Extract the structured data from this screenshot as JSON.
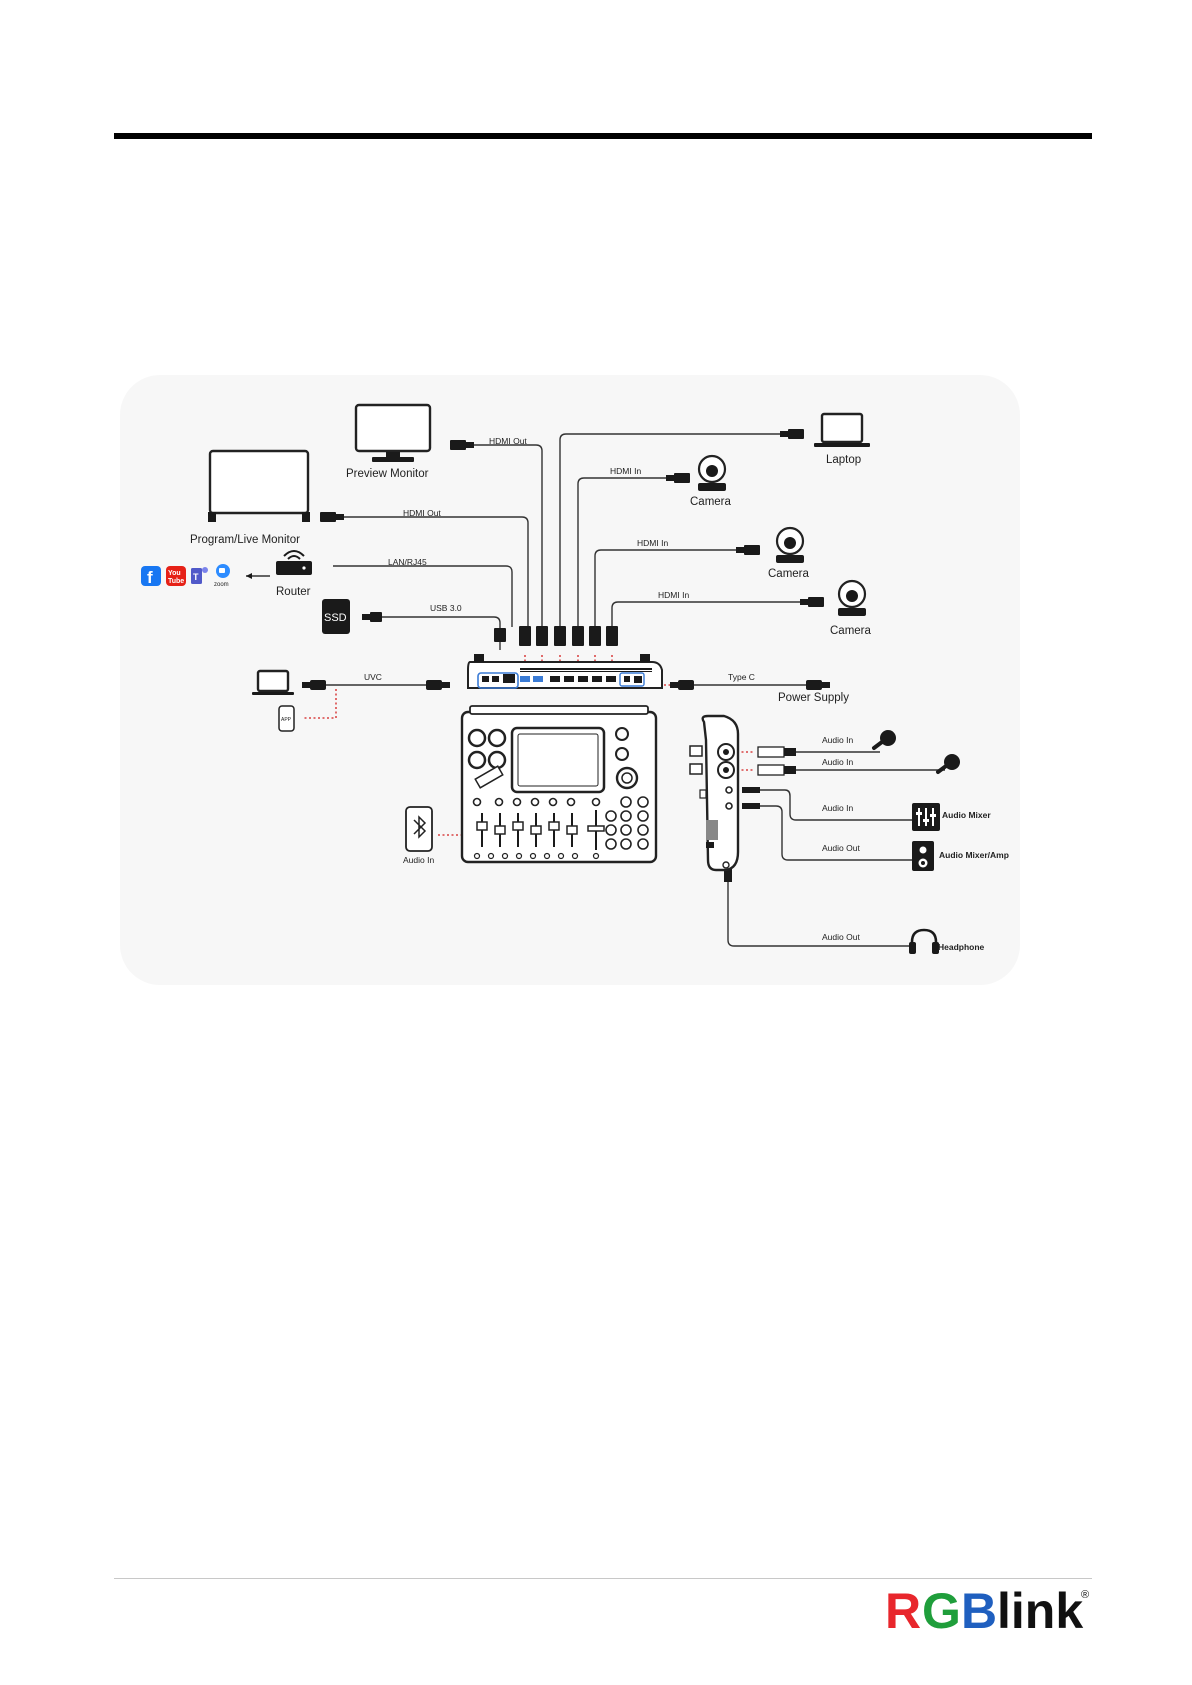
{
  "diagram": {
    "labels": {
      "preview_monitor": "Preview Monitor",
      "program_monitor": "Program/Live Monitor",
      "router": "Router",
      "laptop": "Laptop",
      "camera1": "Camera",
      "camera2": "Camera",
      "camera3": "Camera",
      "power_supply": "Power Supply",
      "hdmi_out_1": "HDMI Out",
      "hdmi_out_2": "HDMI Out",
      "hdmi_in_1": "HDMI In",
      "hdmi_in_2": "HDMI In",
      "hdmi_in_3": "HDMI In",
      "lan": "LAN/RJ45",
      "usb": "USB 3.0",
      "uvc": "UVC",
      "type_c": "Type C",
      "ssd": "SSD",
      "bt_audio_in": "Audio In",
      "audio_in_1": "Audio In",
      "audio_in_2": "Audio In",
      "audio_in_3": "Audio In",
      "audio_out_1": "Audio Out",
      "audio_out_2": "Audio Out",
      "audio_mixer": "Audio Mixer",
      "audio_mixer_amp": "Audio Mixer/Amp",
      "headphone": "Headphone",
      "app": "APP",
      "zoom": "zoom"
    },
    "colors": {
      "facebook": "#1877f2",
      "youtube": "#e62117",
      "teams": "#5059c9",
      "zoom": "#2d8cff",
      "port_highlight": "#3a7bd5",
      "dotted_link": "#d32020"
    }
  },
  "footer": {
    "logo_rgb": "RGB",
    "logo_link": "link",
    "logo_registered": "®",
    "logo_colors": {
      "r": "#e8262c",
      "g": "#1f9e3b",
      "b": "#1f5fbf",
      "link": "#111111"
    }
  }
}
